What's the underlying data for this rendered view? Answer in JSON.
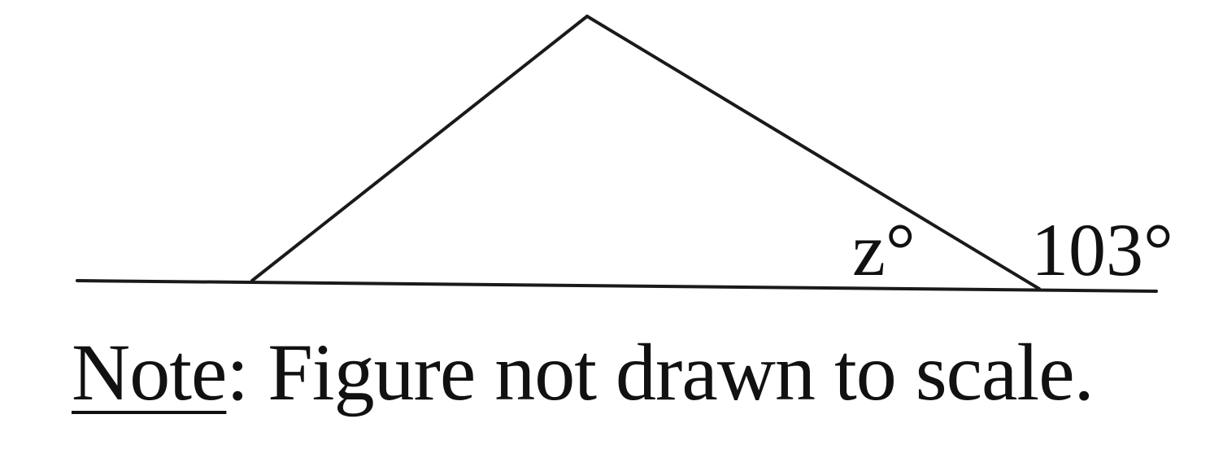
{
  "diagram": {
    "labels": {
      "interior_angle": "z°",
      "exterior_angle": "103°"
    },
    "note": {
      "lead": "Note",
      "separator": ":",
      "text": " Figure not drawn to scale."
    }
  }
}
